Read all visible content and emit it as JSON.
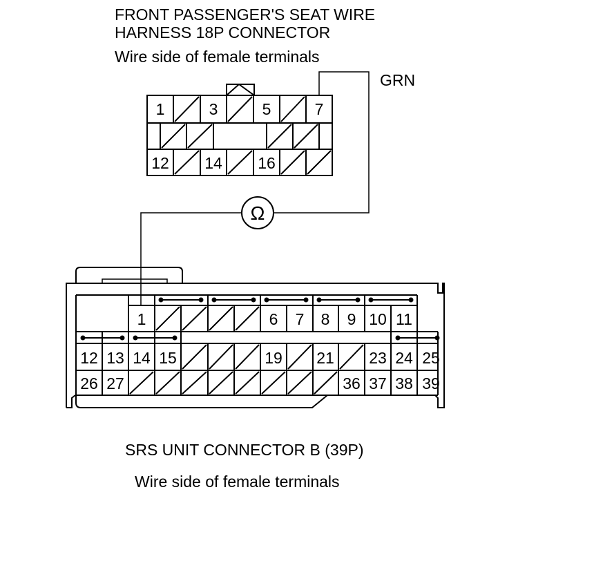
{
  "top_connector": {
    "title_line1": "FRONT PASSENGER'S SEAT WIRE",
    "title_line2": "HARNESS 18P CONNECTOR",
    "subtitle": "Wire side of female terminals",
    "terminals": {
      "t1": "1",
      "t3": "3",
      "t5": "5",
      "t7": "7",
      "t12": "12",
      "t14": "14",
      "t16": "16"
    }
  },
  "wire": {
    "color_label": "GRN"
  },
  "meter": {
    "symbol": "Ω"
  },
  "bottom_connector": {
    "title": "SRS UNIT CONNECTOR B (39P)",
    "subtitle": "Wire side of female terminals",
    "terminals": {
      "t1": "1",
      "t6": "6",
      "t7": "7",
      "t8": "8",
      "t9": "9",
      "t10": "10",
      "t11": "11",
      "t12": "12",
      "t13": "13",
      "t14": "14",
      "t15": "15",
      "t19": "19",
      "t21": "21",
      "t23": "23",
      "t24": "24",
      "t25": "25",
      "t26": "26",
      "t27": "27",
      "t36": "36",
      "t37": "37",
      "t38": "38",
      "t39": "39"
    }
  }
}
